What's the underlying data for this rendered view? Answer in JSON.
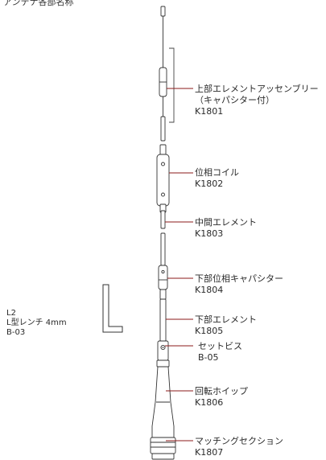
{
  "header": "アンテナ各部名称",
  "labels": {
    "upper": {
      "name": "上部エレメントアッセンブリー",
      "sub": "（キャパシター付）",
      "code": "K1801"
    },
    "coil": {
      "name": "位相コイル",
      "code": "K1802"
    },
    "middle": {
      "name": "中間エレメント",
      "code": "K1803"
    },
    "lowercap": {
      "name": "下部位相キャパシター",
      "code": "K1804"
    },
    "lowerelem": {
      "name": "下部エレメント",
      "code": "K1805"
    },
    "screw": {
      "name": "セットビス",
      "code": "B-05"
    },
    "whip": {
      "name": "回転ホイップ",
      "code": "K1806"
    },
    "matching": {
      "name": "マッチングセクション",
      "code": "K1807"
    },
    "wrench": {
      "line1": "L2",
      "line2": "L型レンチ 4mm",
      "code": "B-03"
    }
  },
  "colors": {
    "leader": "#8b1a1a",
    "stroke": "#333333"
  }
}
